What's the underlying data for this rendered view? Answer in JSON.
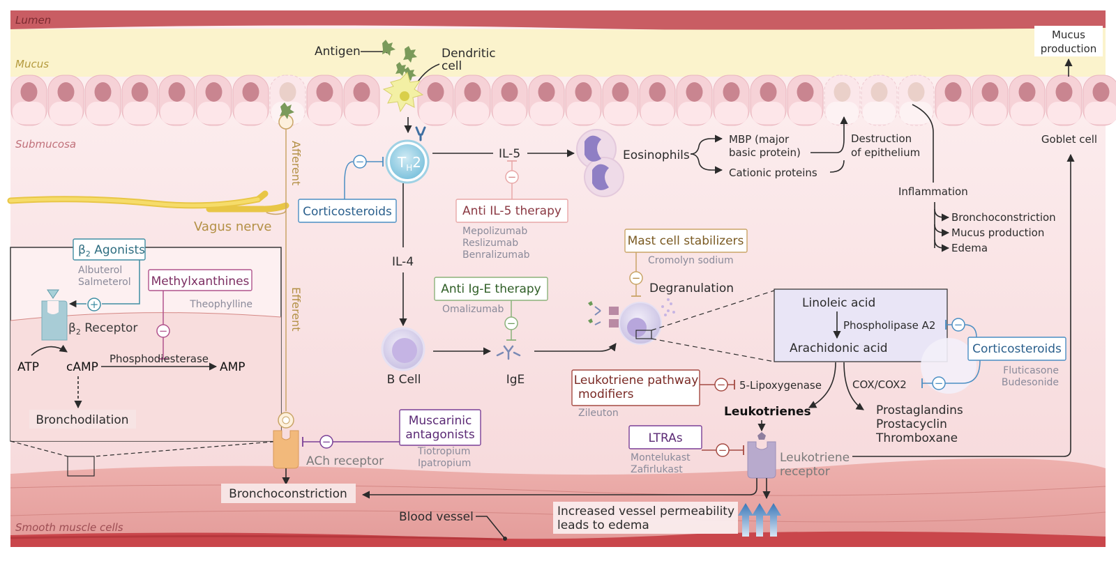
{
  "zones": {
    "lumen": "Lumen",
    "mucus": "Mucus",
    "submucosa": "Submucosa",
    "smooth_muscle": "Smooth muscle cells"
  },
  "cells": {
    "antigen": "Antigen",
    "dendritic": [
      "Dendritic",
      "cell"
    ],
    "th2_main": "T",
    "th2_sub": "H",
    "th2_tail": "2",
    "b_cell": "B Cell",
    "ige": "IgE",
    "eosinophils": "Eosinophils",
    "goblet": "Goblet cell",
    "mucus_production": [
      "Mucus",
      "production"
    ]
  },
  "mediators": {
    "il5": "IL-5",
    "il4": "IL-4",
    "mbp": [
      "MBP (major",
      "basic protein)"
    ],
    "cationic": "Cationic proteins",
    "destruction": [
      "Destruction",
      "of epithelium"
    ],
    "inflammation": "Inflammation",
    "inflammation_effects": [
      "Bronchoconstriction",
      "Mucus production",
      "Edema"
    ],
    "degranulation": "Degranulation",
    "linoleic": "Linoleic acid",
    "phospholipase": "Phospholipase A2",
    "arachidonic": "Arachidonic acid",
    "cox": "COX/COX2",
    "lipoxygenase": "5-Lipoxygenase",
    "leukotrienes": "Leukotrienes",
    "prostaglandins": [
      "Prostaglandins",
      "Prostacyclin",
      "Thromboxane"
    ],
    "leuk_receptor": [
      "Leukotriene",
      "receptor"
    ],
    "bronchoconstriction": "Bronchoconstriction",
    "blood_vessel": "Blood vessel",
    "vessel_permeability": [
      "Increased vessel permeability",
      "leads to edema"
    ]
  },
  "nerve": {
    "vagus": "Vagus nerve",
    "afferent": "Afferent",
    "efferent": "Efferent",
    "ach_receptor": "ACh receptor"
  },
  "inset": {
    "beta2_agonists_main": "β",
    "beta2_agonists_sub": "2",
    "beta2_agonists_tail": " Agonists",
    "beta2_drugs": [
      "Albuterol",
      "Salmeterol"
    ],
    "methylxanthines": "Methylxanthines",
    "theophylline": "Theophylline",
    "receptor_main": "β",
    "receptor_sub": "2",
    "receptor_tail": " Receptor",
    "atp": "ATP",
    "camp": "cAMP",
    "pde": "Phosphodiesterase",
    "amp": "AMP",
    "bronchodilation": "Bronchodilation"
  },
  "drugs": {
    "cortico_left": "Corticosteroids",
    "anti_il5": "Anti IL-5 therapy",
    "anti_il5_drugs": [
      "Mepolizumab",
      "Reslizumab",
      "Benralizumab"
    ],
    "anti_ige": "Anti Ig-E therapy",
    "anti_ige_drug": "Omalizumab",
    "mast_stab": "Mast cell stabilizers",
    "mast_drug": "Cromolyn sodium",
    "cortico_right": "Corticosteroids",
    "cortico_right_drugs": [
      "Fluticasone",
      "Budesonide"
    ],
    "ltpm": [
      "Leukotriene pathway",
      "modifiers"
    ],
    "ltpm_drug": "Zileuton",
    "ltras": "LTRAs",
    "ltras_drugs": [
      "Montelukast",
      "Zafirlukast"
    ],
    "muscarinic": [
      "Muscarinic",
      "antagonists"
    ],
    "muscarinic_drugs": [
      "Tiotropium",
      "Ipatropium"
    ]
  },
  "symbols": {
    "minus": "−",
    "plus": "+"
  },
  "colors": {
    "lumen": "#c8585f",
    "mucus": "#fbf3cc",
    "epithelium": "#f3c9cf",
    "nucleus": "#c97d8a",
    "submucosa": "#fbeaec",
    "muscle": "#e49a9a",
    "teal": "#3f8ea3",
    "purple": "#b0528c",
    "blue": "#4a8ec3",
    "green": "#8bb27a",
    "gold": "#c9a466",
    "violet": "#7a3f96",
    "brown": "#a44a42"
  }
}
